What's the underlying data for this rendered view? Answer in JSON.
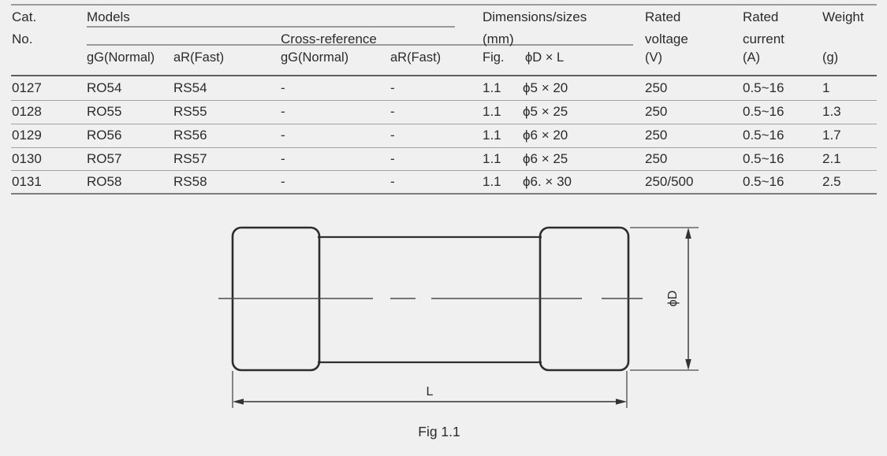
{
  "page": {
    "background": "#f0f0f1",
    "text_color": "#2b2b2b",
    "rule_color": "#9a9a9a",
    "drawing_stroke": "#333333"
  },
  "table": {
    "headers": {
      "cat_line1": "Cat.",
      "cat_line2": "No.",
      "models": "Models",
      "cross_reference": "Cross-reference",
      "sub_gg_model": "gG(Normal)",
      "sub_ar_model": "aR(Fast)",
      "sub_gg_xref": "gG(Normal)",
      "sub_ar_xref": "aR(Fast)",
      "dimensions_line1": "Dimensions/sizes",
      "dimensions_line2": "(mm)",
      "fig": "Fig.",
      "dim_formula": "ϕD × L",
      "voltage_line1": "Rated",
      "voltage_line2": "voltage",
      "voltage_unit": "(V)",
      "current_line1": "Rated",
      "current_line2": "current",
      "current_unit": "(A)",
      "weight": "Weight",
      "weight_unit": "(g)"
    },
    "rows": [
      {
        "cat": "0127",
        "gg_model": "RO54",
        "ar_model": "RS54",
        "gg_xref": "-",
        "ar_xref": "-",
        "fig": "1.1",
        "dim": "ϕ5 × 20",
        "voltage": "250",
        "current": "0.5~16",
        "weight": "1"
      },
      {
        "cat": "0128",
        "gg_model": "RO55",
        "ar_model": "RS55",
        "gg_xref": "-",
        "ar_xref": "-",
        "fig": "1.1",
        "dim": "ϕ5 × 25",
        "voltage": "250",
        "current": "0.5~16",
        "weight": "1.3"
      },
      {
        "cat": "0129",
        "gg_model": "RO56",
        "ar_model": "RS56",
        "gg_xref": "-",
        "ar_xref": "-",
        "fig": "1.1",
        "dim": "ϕ6 × 20",
        "voltage": "250",
        "current": "0.5~16",
        "weight": "1.7"
      },
      {
        "cat": "0130",
        "gg_model": "RO57",
        "ar_model": "RS57",
        "gg_xref": "-",
        "ar_xref": "-",
        "fig": "1.1",
        "dim": "ϕ6 × 25",
        "voltage": "250",
        "current": "0.5~16",
        "weight": "2.1"
      },
      {
        "cat": "0131",
        "gg_model": "RO58",
        "ar_model": "RS58",
        "gg_xref": "-",
        "ar_xref": "-",
        "fig": "1.1",
        "dim": "ϕ6. × 30",
        "voltage": "250/500",
        "current": "0.5~16",
        "weight": "2.5"
      }
    ]
  },
  "figure": {
    "caption": "Fig 1.1",
    "length_label": "L",
    "diameter_label": "ϕD"
  }
}
